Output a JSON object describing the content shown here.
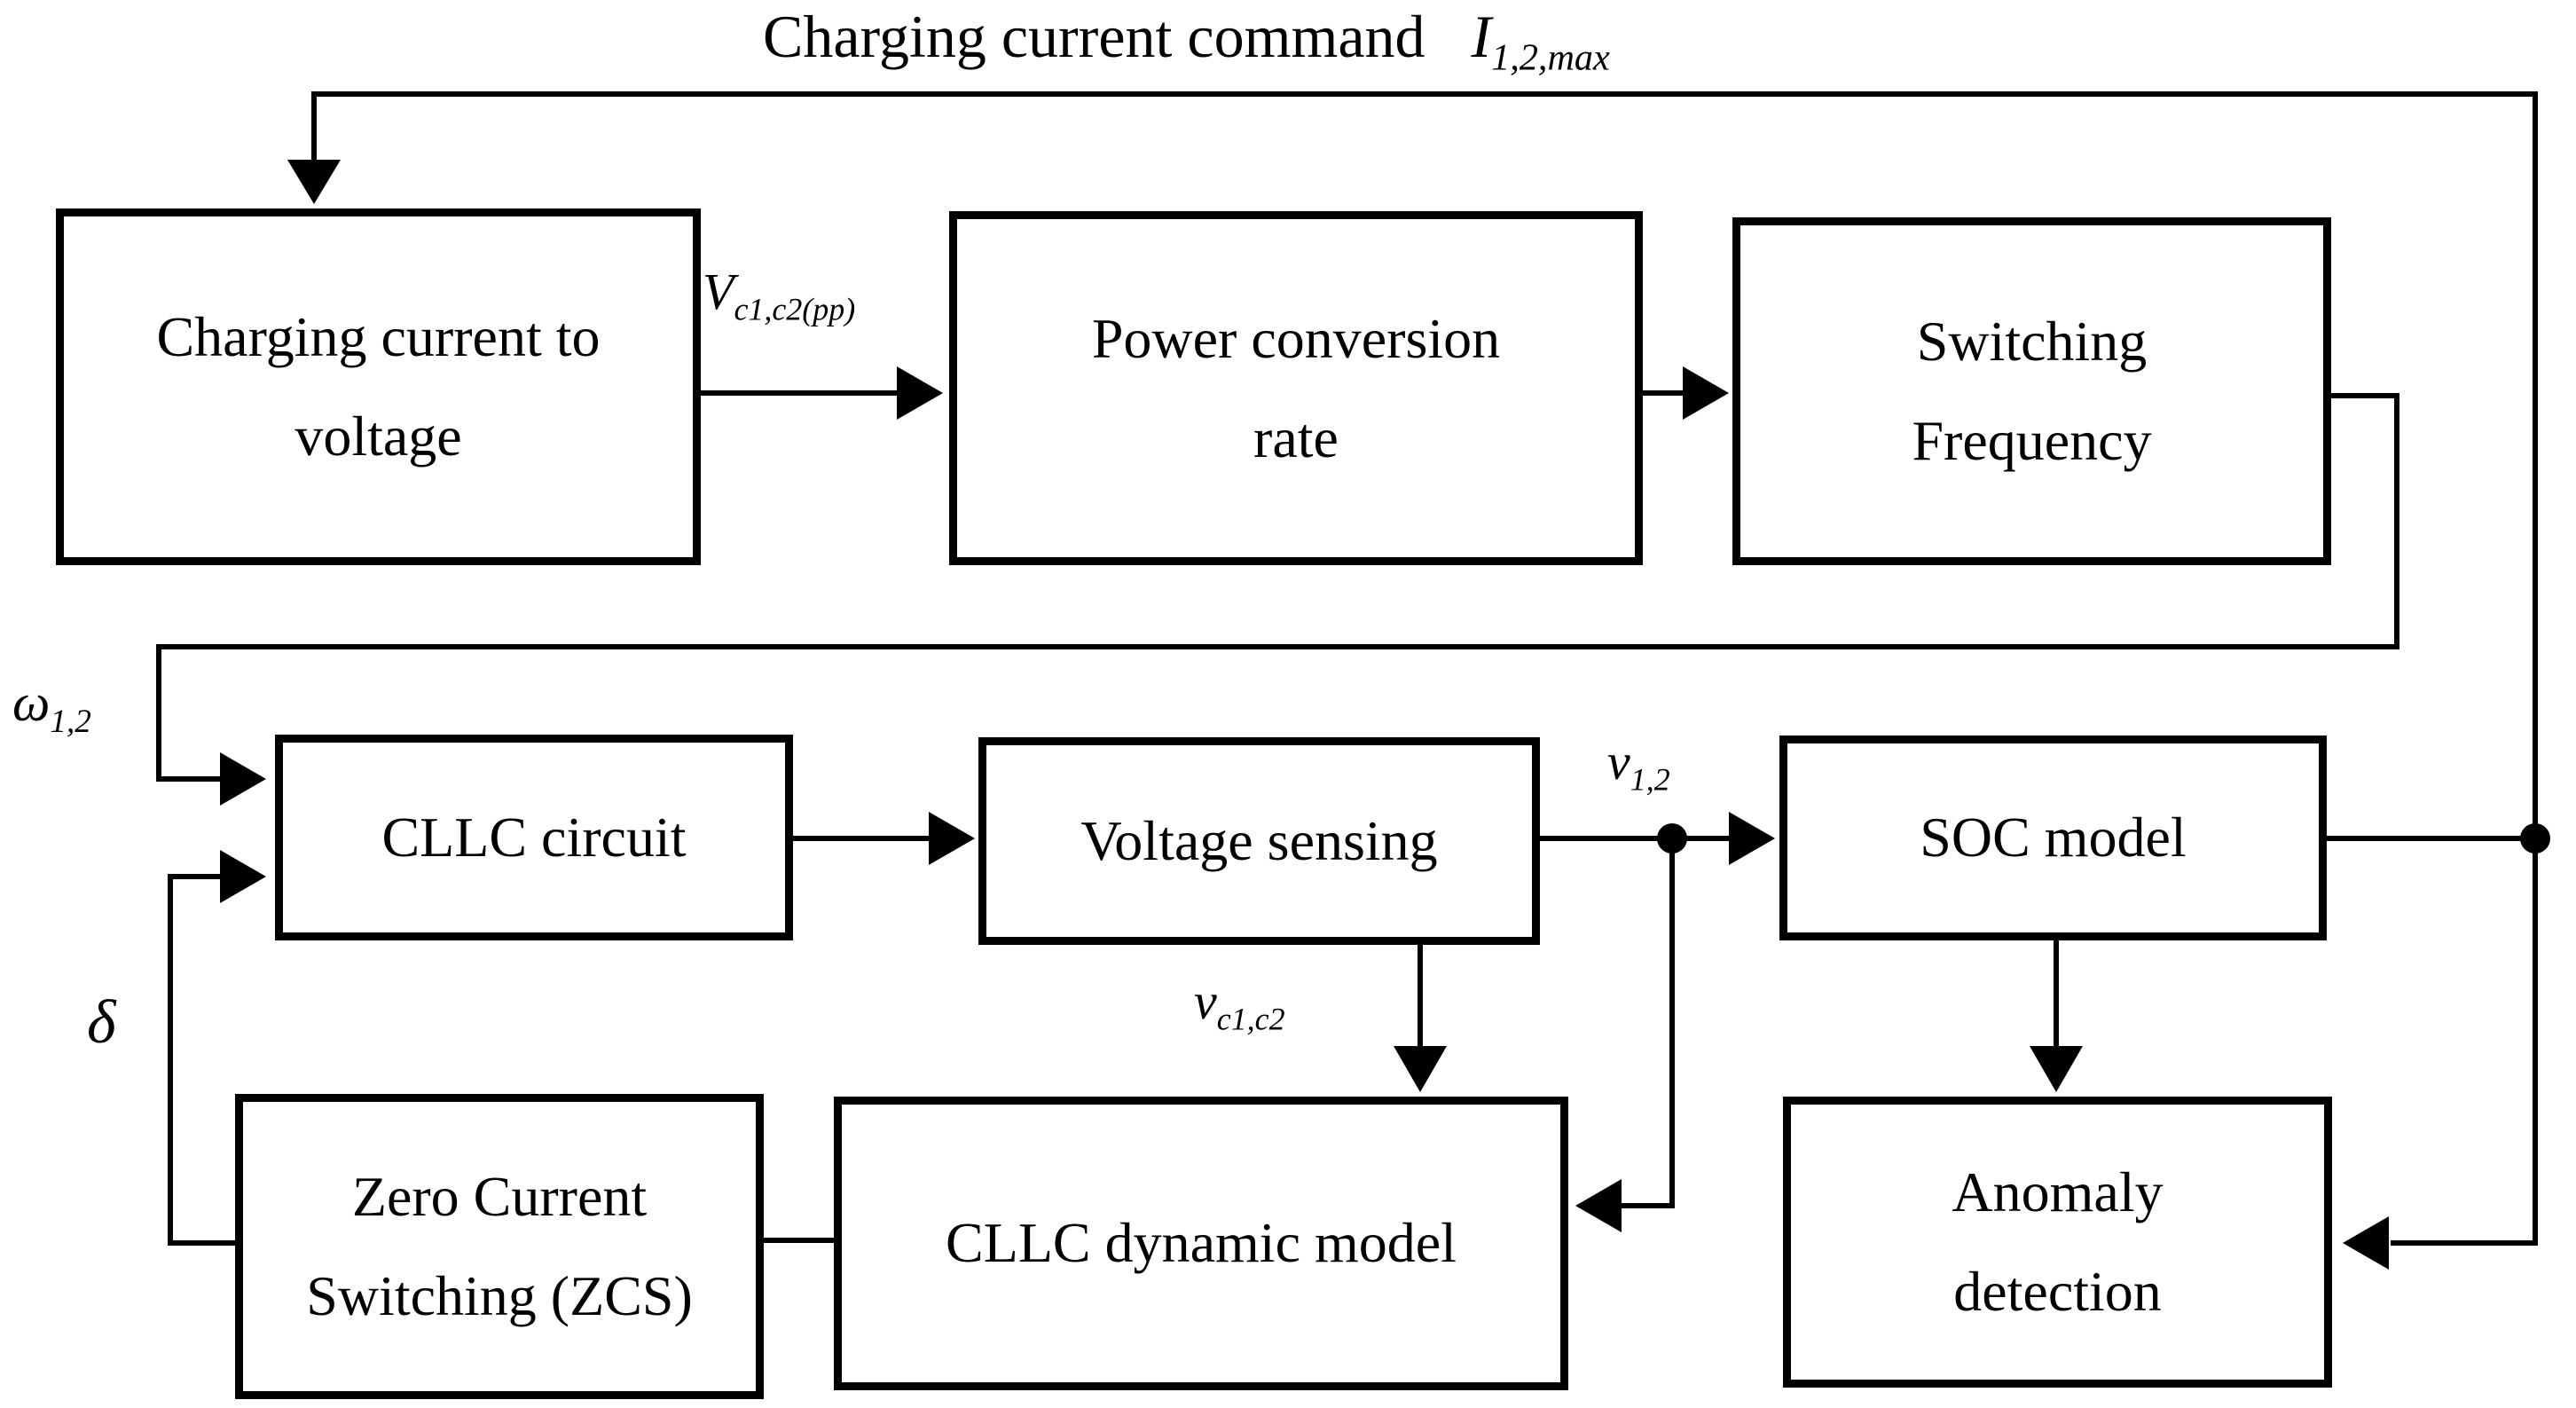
{
  "figure": {
    "kind": "control-block-diagram",
    "background_color": "#ffffff",
    "ink_color": "#000000"
  },
  "title": {
    "text": "Charging current command",
    "symbol_base": "I",
    "symbol_sub": "1,2,max"
  },
  "boxes": {
    "charging_current_to_voltage": {
      "lines": [
        "Charging current to",
        "voltage"
      ]
    },
    "power_conversion_rate": {
      "lines": [
        "Power conversion",
        "rate"
      ]
    },
    "switching_frequency": {
      "lines": [
        "Switching",
        "Frequency"
      ]
    },
    "cllc_circuit": {
      "lines": [
        "CLLC circuit"
      ]
    },
    "voltage_sensing": {
      "lines": [
        "Voltage sensing"
      ]
    },
    "soc_model": {
      "lines": [
        "SOC model"
      ]
    },
    "zero_current_switching": {
      "lines": [
        "Zero Current",
        "Switching (ZCS)"
      ]
    },
    "cllc_dynamic_model": {
      "lines": [
        "CLLC dynamic model"
      ]
    },
    "anomaly_detection": {
      "lines": [
        "Anomaly",
        "detection"
      ]
    }
  },
  "signals": {
    "capacitor_voltage_pp": {
      "base": "V",
      "sub": "c1,c2(pp)"
    },
    "angular_frequency": {
      "base": "ω",
      "sub": "1,2"
    },
    "phase_shift": {
      "base": "δ",
      "sub": ""
    },
    "battery_voltage": {
      "base": "v",
      "sub": "1,2"
    },
    "capacitor_voltage": {
      "base": "v",
      "sub": "c1,c2"
    }
  }
}
